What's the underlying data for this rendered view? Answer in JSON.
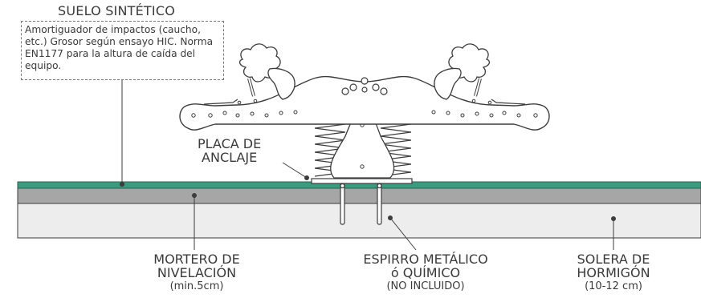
{
  "labels": {
    "suelo_title": "SUELO SINTÉTICO",
    "suelo_desc": "Amortiguador de impactos (caucho, etc.) Grosor según ensayo HIC. Norma EN1177 para la altura de caída del equipo.",
    "placa_line1": "PLACA DE",
    "placa_line2": "ANCLAJE",
    "mortero_line1": "MORTERO DE",
    "mortero_line2": "NIVELACIÓN",
    "mortero_sub": "(min.5cm)",
    "espirro_line1": "ESPIRRO METÁLICO",
    "espirro_line2": "ó QUÍMICO",
    "espirro_sub": "(NO INCLUIDO)",
    "solera_line1": "SOLERA DE",
    "solera_line2": "HORMIGÓN",
    "solera_sub": "(10-12 cm)"
  },
  "colors": {
    "synthetic_layer": "#3a9c7f",
    "mortar_layer": "#a6a6a6",
    "concrete_layer": "#ededed",
    "outline": "#3c3c3c"
  }
}
